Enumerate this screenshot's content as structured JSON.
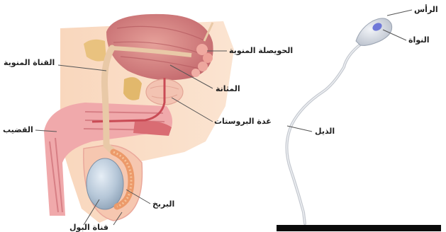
{
  "labels": {
    "vas_deferens": "القناة المنوية",
    "seminal_vesicle": "الحويصلة المنوية",
    "bladder": "المثانة",
    "prostate": "غدة البروستات",
    "penis": "القضيب",
    "epididymis": "البربخ",
    "urethra": "قناة البول",
    "head": "الرأس",
    "nucleus": "النواة",
    "tail": "الذيل"
  },
  "colors": {
    "background_tissue": "#fbd8bd",
    "bladder": "#d9848a",
    "muscle_pink": "#ec9ea1",
    "duct_tan": "#e9c9a7",
    "testis": "#b9c9d8",
    "sperm_body": "#d7dbe2",
    "sperm_nucleus": "#6f78d8",
    "leader_line": "#555555"
  },
  "icons": [
    "male-reproductive-anatomy-illustration",
    "sperm-cell-illustration"
  ]
}
